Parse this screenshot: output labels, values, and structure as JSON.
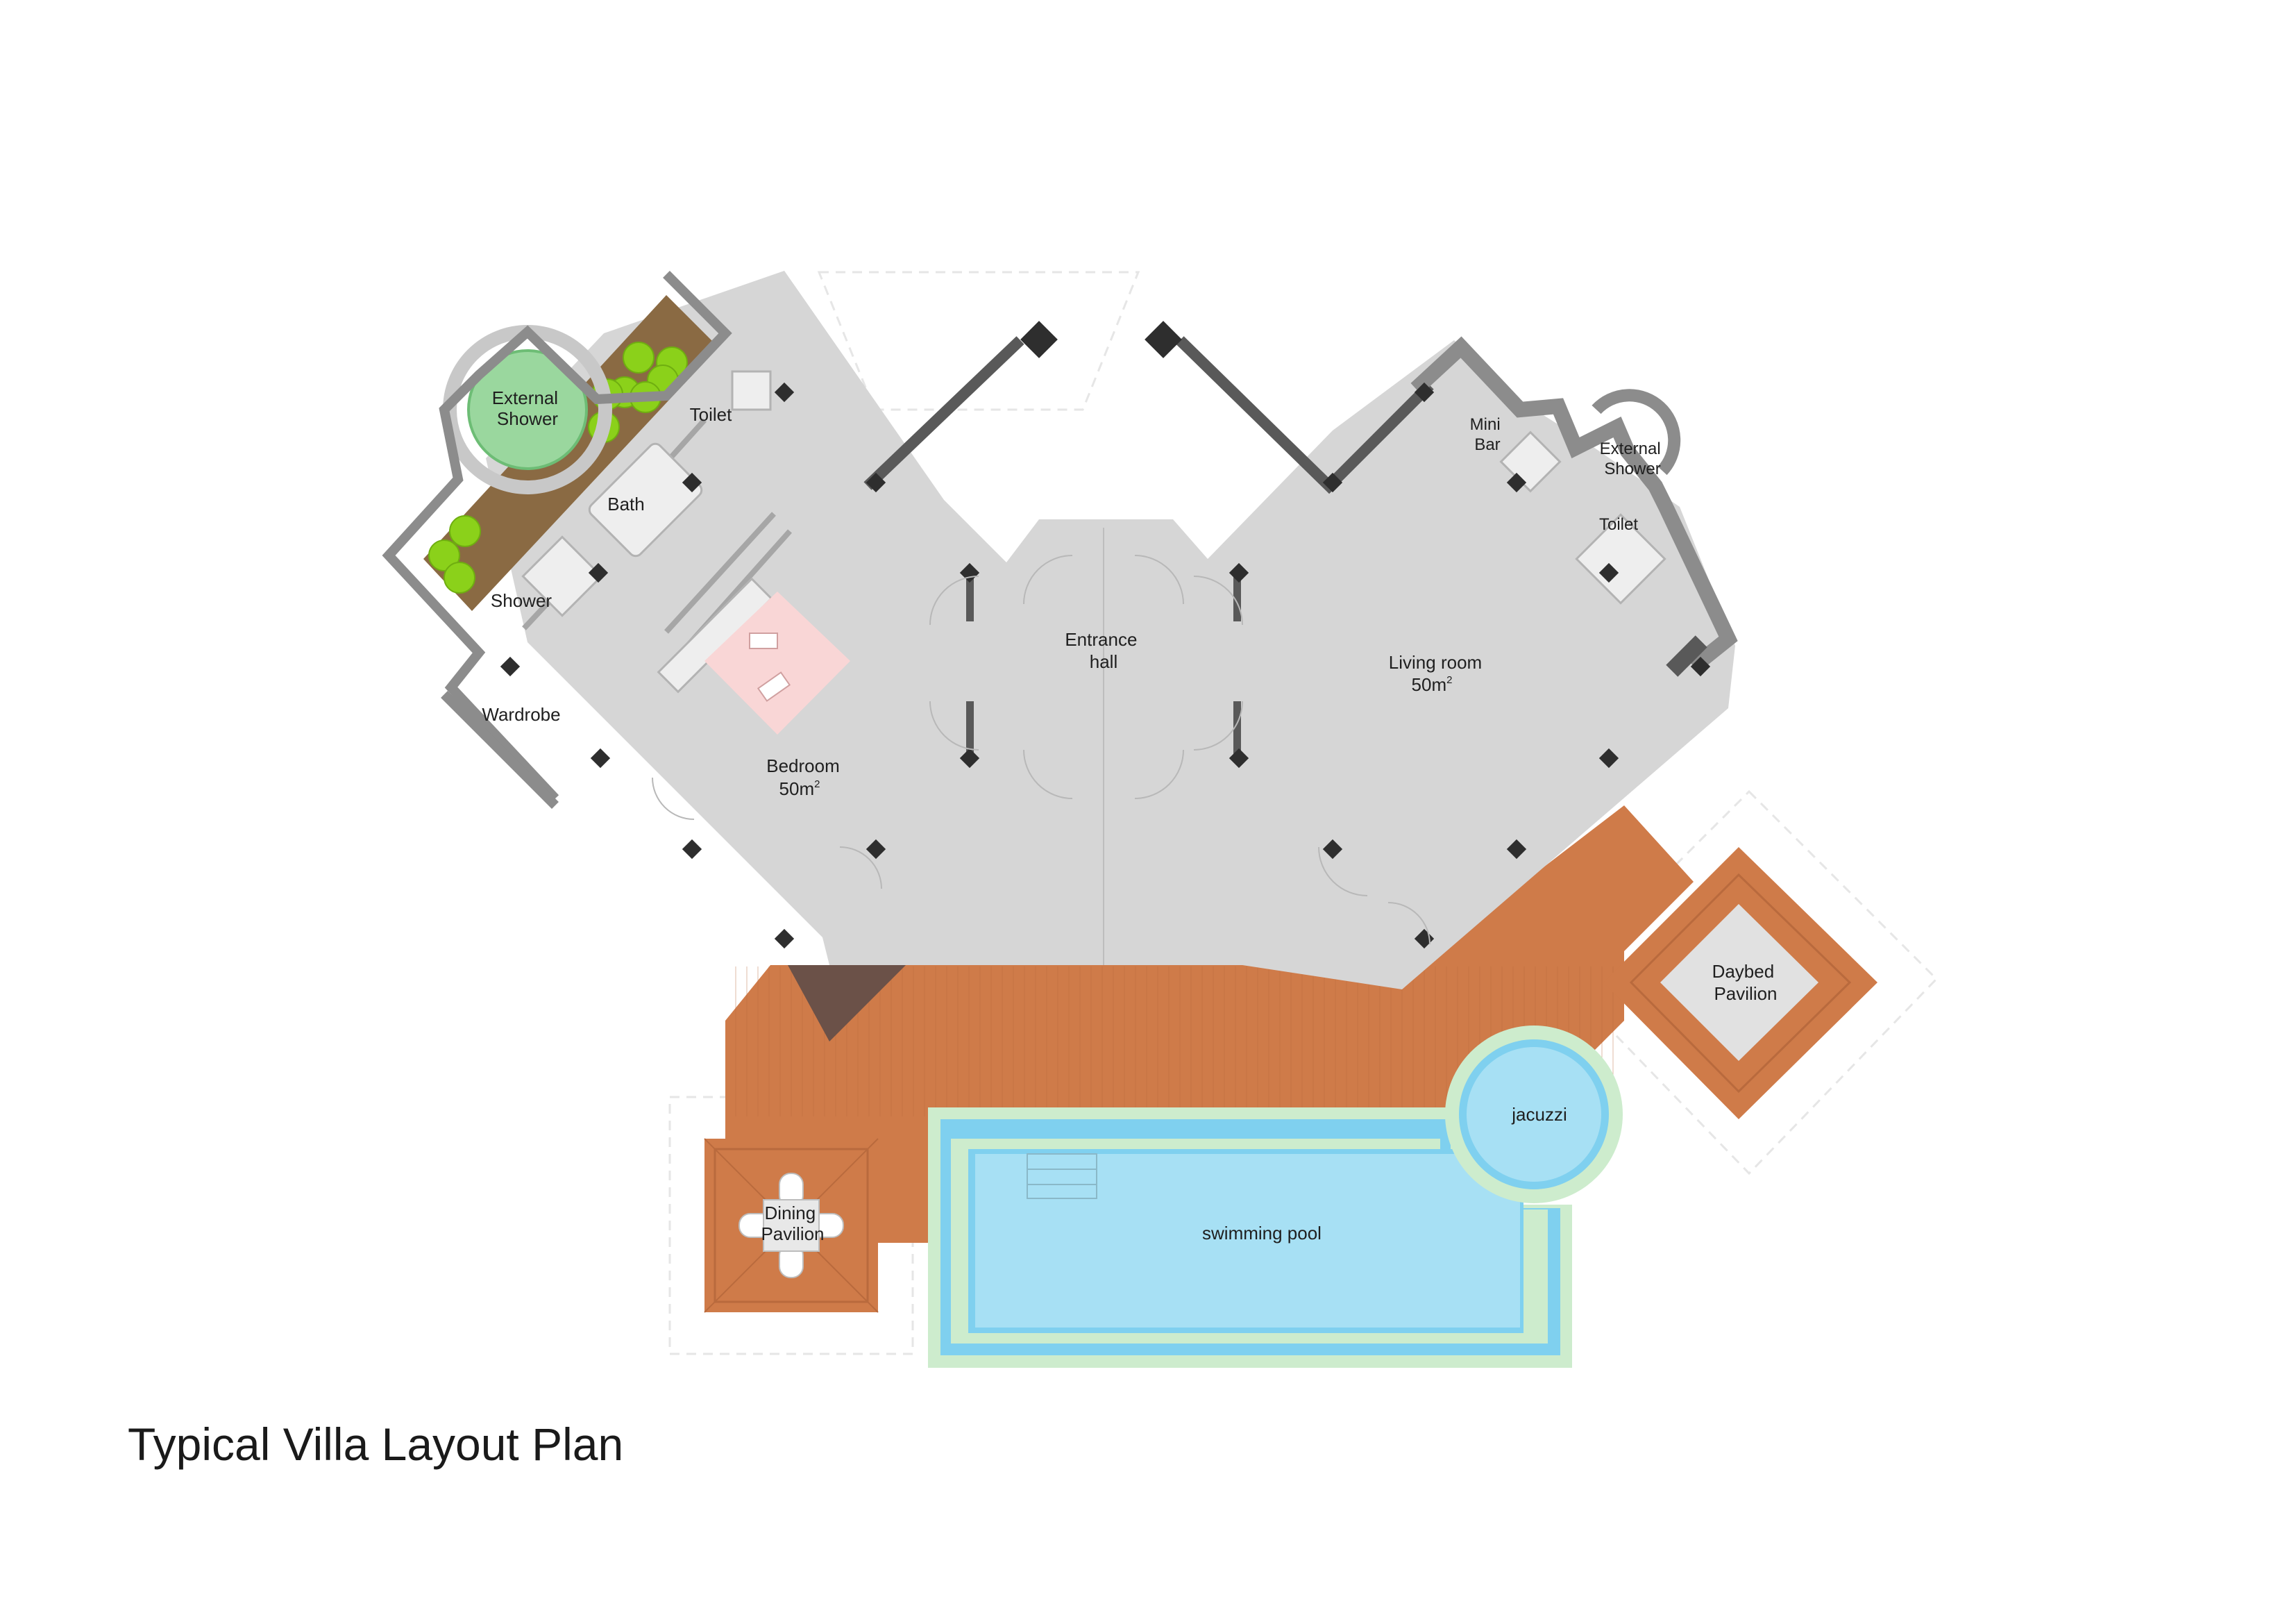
{
  "title": "Typical Villa Layout Plan",
  "colors": {
    "floor": "#d6d6d6",
    "wall": "#8c8c8c",
    "wall_dark": "#595959",
    "column": "#2e2e2e",
    "deck": "#cf7b49",
    "deck_line": "#b96a3d",
    "pool_water": "#a7e0f4",
    "pool_edge": "#7fd0ef",
    "pool_coping": "#cdeccd",
    "garden_earth": "#8a6a43",
    "plant": "#8bd11a",
    "shower_pad": "#9ad79e",
    "bed": "#f9d6d6",
    "pavilion_floor": "#e1e1e1"
  },
  "rooms": {
    "external_shower_left": [
      "External",
      "Shower"
    ],
    "toilet_left": "Toilet",
    "bath": "Bath",
    "shower": "Shower",
    "wardrobe": "Wardrobe",
    "bedroom": {
      "name": "Bedroom",
      "area": "50m",
      "area_sup": "2"
    },
    "entrance_hall": [
      "Entrance",
      "hall"
    ],
    "living_room": {
      "name": "Living room",
      "area": "50m",
      "area_sup": "2"
    },
    "mini_bar": [
      "Mini",
      "Bar"
    ],
    "external_shower_right": [
      "External",
      "Shower"
    ],
    "toilet_right": "Toilet",
    "daybed_pavilion": [
      "Daybed",
      "Pavilion"
    ],
    "jacuzzi": "jacuzzi",
    "swimming_pool": "swimming pool",
    "dining_pavilion": [
      "Dining",
      "Pavilion"
    ]
  }
}
